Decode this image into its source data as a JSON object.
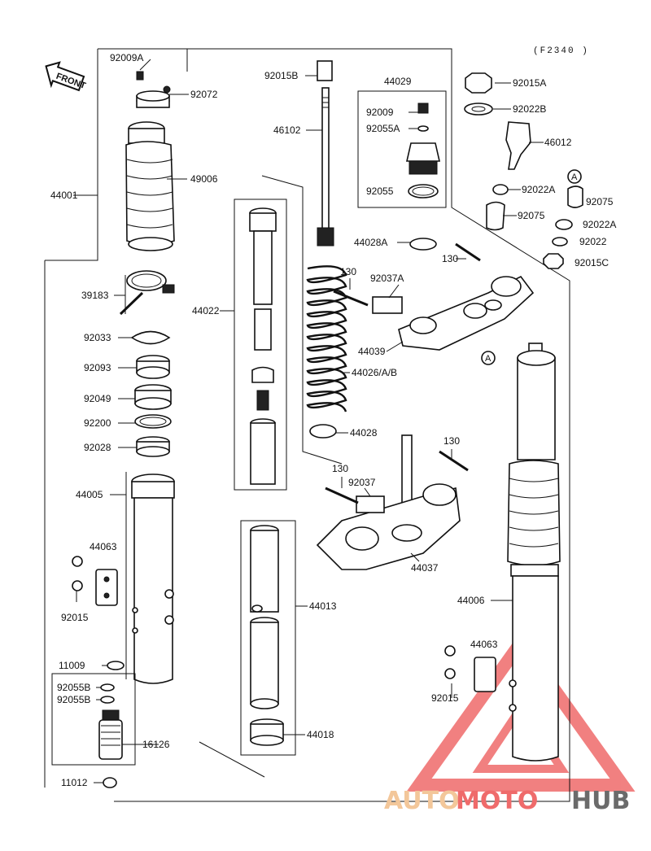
{
  "diagram_code": "(F2340 )",
  "front_arrow_label": "FRONT",
  "callout_A": "A",
  "labels": {
    "p92009A": "92009A",
    "p92072": "92072",
    "p49006": "49006",
    "p44001": "44001",
    "p39183": "39183",
    "p92033": "92033",
    "p92093": "92093",
    "p92049": "92049",
    "p92200": "92200",
    "p92028": "92028",
    "p44005": "44005",
    "p44063_l": "44063",
    "p92015_l": "92015",
    "p11009": "11009",
    "p92055B_1": "92055B",
    "p92055B_2": "92055B",
    "p16126": "16126",
    "p11012": "11012",
    "p92015B": "92015B",
    "p46102": "46102",
    "p44022": "44022",
    "p44026": "44026/A/B",
    "p44028": "44028",
    "p44013": "44013",
    "p44018": "44018",
    "p44029": "44029",
    "p92009": "92009",
    "p92055A": "92055A",
    "p92055": "92055",
    "p44028A": "44028A",
    "p130_a": "130",
    "p92037A": "92037A",
    "p44039": "44039",
    "p130_b": "130",
    "p130_c": "130",
    "p130_d": "130",
    "p92037": "92037",
    "p44037": "44037",
    "p92015A": "92015A",
    "p92022B": "92022B",
    "p46012": "46012",
    "p92022A_1": "92022A",
    "p92075_1": "92075",
    "p92075_2": "92075",
    "p92022A_2": "92022A",
    "p92022": "92022",
    "p92015C": "92015C",
    "p44006": "44006",
    "p44063_r": "44063",
    "p92015_r": "92015"
  },
  "watermark": {
    "part1": "AUTO",
    "part2": "MOTO",
    "part3": "HUB"
  },
  "colors": {
    "watermark_red": "#ef6b6b",
    "watermark_orange": "#f3c79a",
    "watermark_gray": "#6b6b6b",
    "line": "#111111"
  }
}
